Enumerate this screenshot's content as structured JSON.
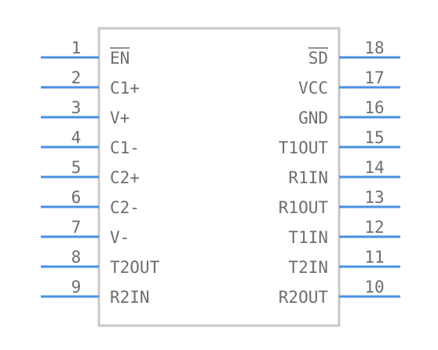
{
  "component": {
    "left_pins": [
      {
        "number": "1",
        "name": "EN",
        "active_low": true
      },
      {
        "number": "2",
        "name": "C1+",
        "active_low": false
      },
      {
        "number": "3",
        "name": "V+",
        "active_low": false
      },
      {
        "number": "4",
        "name": "C1-",
        "active_low": false
      },
      {
        "number": "5",
        "name": "C2+",
        "active_low": false
      },
      {
        "number": "6",
        "name": "C2-",
        "active_low": false
      },
      {
        "number": "7",
        "name": "V-",
        "active_low": false
      },
      {
        "number": "8",
        "name": "T2OUT",
        "active_low": false
      },
      {
        "number": "9",
        "name": "R2IN",
        "active_low": false
      }
    ],
    "right_pins": [
      {
        "number": "18",
        "name": "SD",
        "active_low": true
      },
      {
        "number": "17",
        "name": "VCC",
        "active_low": false
      },
      {
        "number": "16",
        "name": "GND",
        "active_low": false
      },
      {
        "number": "15",
        "name": "T1OUT",
        "active_low": false
      },
      {
        "number": "14",
        "name": "R1IN",
        "active_low": false
      },
      {
        "number": "13",
        "name": "R1OUT",
        "active_low": false
      },
      {
        "number": "12",
        "name": "T1IN",
        "active_low": false
      },
      {
        "number": "11",
        "name": "T2IN",
        "active_low": false
      },
      {
        "number": "10",
        "name": "R2OUT",
        "active_low": false
      }
    ],
    "colors": {
      "pin": "#4a90e2",
      "body_outline": "#c8c8c8",
      "text": "#6e6e6e"
    }
  }
}
